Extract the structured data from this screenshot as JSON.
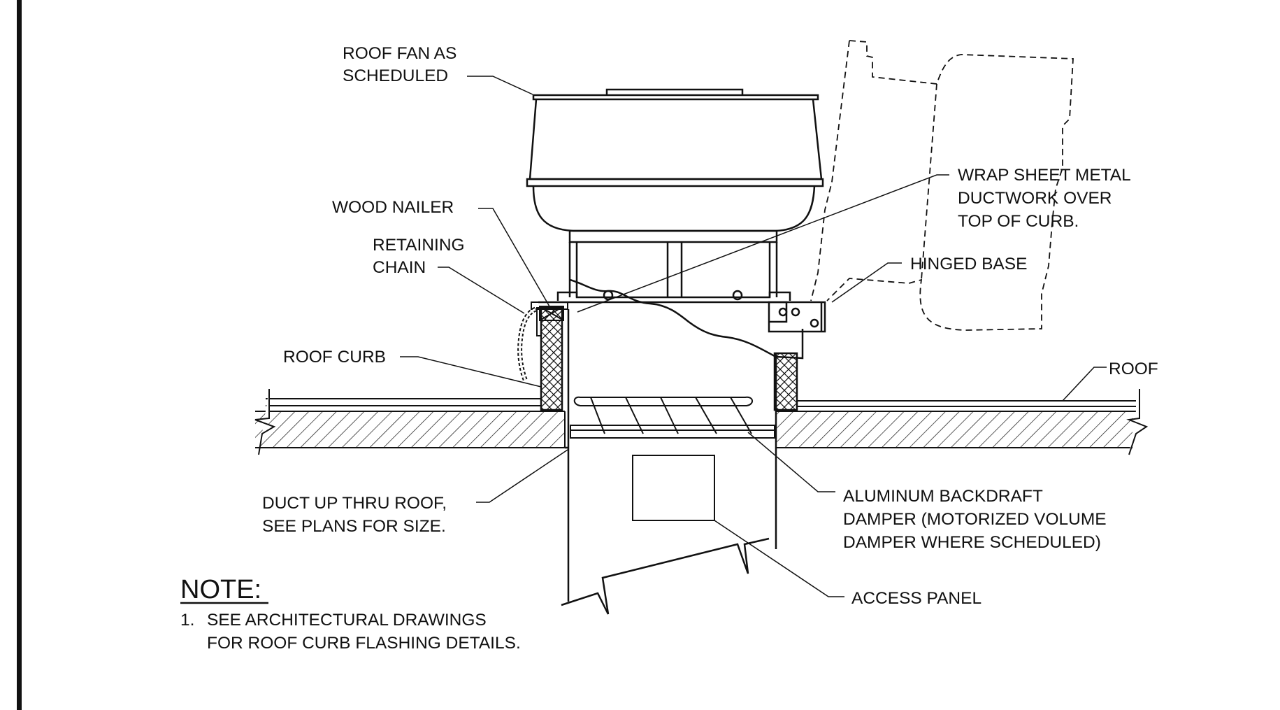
{
  "labels": {
    "roof_fan": [
      "ROOF FAN AS",
      "SCHEDULED"
    ],
    "wood_nailer": [
      "WOOD NAILER"
    ],
    "retaining_chain": [
      "RETAINING",
      "CHAIN"
    ],
    "roof_curb": [
      "ROOF CURB"
    ],
    "wrap_sheet_metal": [
      "WRAP SHEET METAL",
      "DUCTWORK OVER",
      "TOP OF CURB."
    ],
    "hinged_base": [
      "HINGED BASE"
    ],
    "roof": [
      "ROOF"
    ],
    "aluminum_damper": [
      "ALUMINUM BACKDRAFT",
      "DAMPER (MOTORIZED VOLUME",
      "DAMPER WHERE SCHEDULED)"
    ],
    "duct_up": [
      "DUCT UP THRU ROOF,",
      "SEE PLANS FOR SIZE."
    ],
    "access_panel": [
      "ACCESS PANEL"
    ]
  },
  "note": {
    "title": "NOTE:",
    "item_number": "1.",
    "item_lines": [
      "SEE ARCHITECTURAL DRAWINGS",
      "FOR ROOF CURB FLASHING DETAILS."
    ]
  },
  "colors": {
    "line": "#111111",
    "background": "#ffffff"
  }
}
